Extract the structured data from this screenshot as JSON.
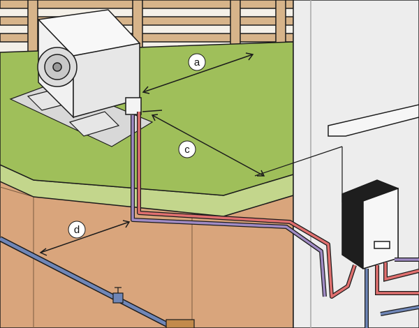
{
  "colors": {
    "lawn": "#9fbf5a",
    "soil": "#d9a57c",
    "wall": "#ededed",
    "wall_edge": "#a7a7a7",
    "fence": "#d7b48a",
    "outline": "#1b1b1b",
    "heat_pipe": "#e0706f",
    "heat_pipe_return": "#a08bc4",
    "water_pipe": "#6f86b7"
  },
  "icons": {
    "outdoor_unit": "heat-pump-outdoor-unit",
    "indoor_unit": "wall-mounted-indoor-unit",
    "valve": "pipe-valve"
  },
  "labels": {
    "a": "a",
    "c": "c",
    "d": "d"
  }
}
